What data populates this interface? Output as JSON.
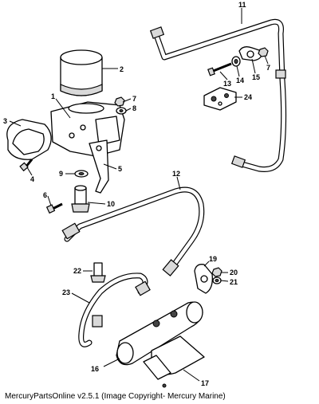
{
  "callouts": [
    "1",
    "2",
    "3",
    "4",
    "5",
    "6",
    "7",
    "8",
    "9",
    "10",
    "11",
    "12",
    "13",
    "14",
    "15",
    "7",
    "16",
    "17",
    "19",
    "20",
    "21",
    "22",
    "23",
    "24"
  ],
  "footer": "MercuryPartsOnline v2.5.1 (Image Copyright- Mercury Marine)"
}
